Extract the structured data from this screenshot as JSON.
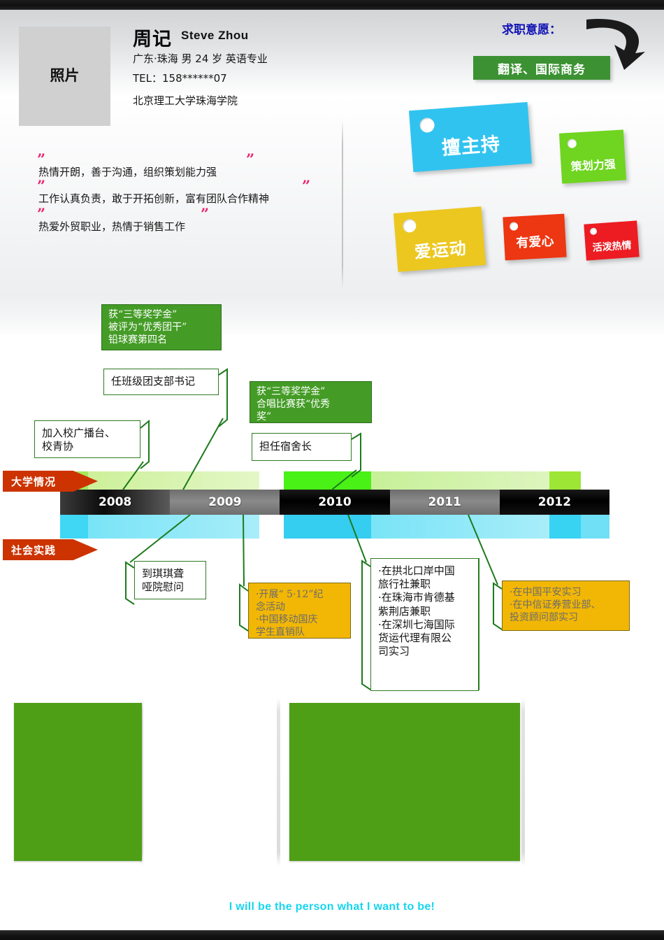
{
  "header": {
    "photo_placeholder": "照片",
    "name_cn": "周记",
    "name_en": "Steve  Zhou",
    "meta_line1": "广东·珠海  男  24 岁   英语专业",
    "meta_line2": "TEL：158******07",
    "meta_line3": "北京理工大学珠海学院"
  },
  "intent": {
    "label": "求职意愿：",
    "value": "翻译、国际商务",
    "chip_color": "#3c9233",
    "label_color": "#1112b5"
  },
  "quotes": [
    "热情开朗，善于沟通，组织策划能力强",
    "工作认真负责，敢于开拓创新，富有团队合作精神",
    "热爱外贸职业，热情于销售工作"
  ],
  "quote_mark_color": "#ee1f6e",
  "sticky_notes": [
    {
      "text": "擅主持",
      "color": "#31c3ef"
    },
    {
      "text": "策划力强",
      "color": "#6fd520"
    },
    {
      "text": "爱运动",
      "color": "#ecc71f"
    },
    {
      "text": "有爱心",
      "color": "#ed3612"
    },
    {
      "text": "活泼热情",
      "color": "#ec1c22"
    }
  ],
  "timeline": {
    "years": [
      "2008",
      "2009",
      "2010",
      "2011",
      "2012"
    ],
    "tag_university": "大学情况",
    "tag_social": "社会实践",
    "tag_color": "#cc3300"
  },
  "callouts": {
    "award_2008": "获“三等奖学金”\n被评为“优秀团干”\n铅球赛第四名",
    "branch_secretary": "任班级团支部书记",
    "radio_station": "加入校广播台、\n校青协",
    "award_2010": "获“三等奖学金”\n合唱比赛获“优秀\n奖”",
    "dorm_leader": "担任宿舍长",
    "visit_school": "到琪琪聋\n哑院慰问",
    "volunteer": "·开展“ 5·12”纪\n念活动\n·中国移动国庆\n学生直销队",
    "part_time_jobs": "·在拱北口岸中国\n旅行社兼职\n·在珠海市肯德基\n紫荆店兼职\n·在深圳七海国际\n货运代理有限公\n司实习",
    "internships": "·在中国平安实习\n·在中信证券营业部、\n投资顾问部实习"
  },
  "footer": {
    "quote": "I will be the person what I want to be!",
    "color": "#16d6ef"
  }
}
